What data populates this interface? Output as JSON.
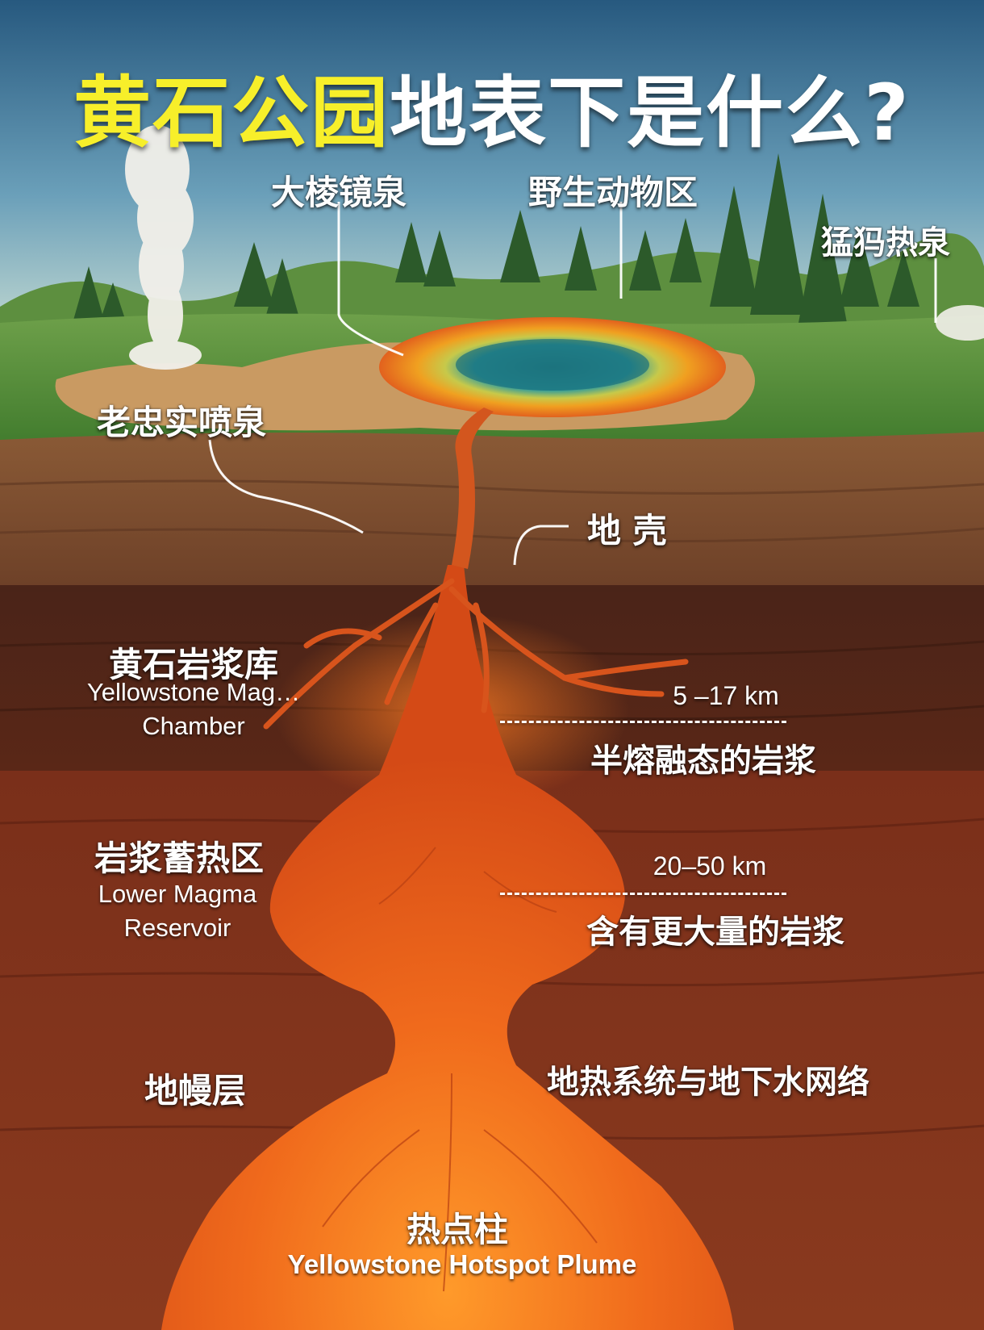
{
  "title": {
    "highlight": "黄石公园",
    "rest": "地表下是什么?",
    "highlight_color": "#f7ef2a"
  },
  "surface": {
    "grand_prismatic": "大棱镜泉",
    "wildlife_area": "野生动物区",
    "mammoth_hot_springs": "猛犸热泉",
    "old_faithful": "老忠实喷泉"
  },
  "crust": {
    "label": "地 壳"
  },
  "magma_chamber": {
    "zh": "黄石岩浆库",
    "en_line1": "Yellowstone Mag…",
    "en_line2": "Chamber",
    "depth": "5 –17 km",
    "description": "半熔融态的岩浆"
  },
  "lower_reservoir": {
    "zh": "岩浆蓄热区",
    "en_line1": "Lower Magma",
    "en_line2": "Reservoir",
    "depth": "20–50 km",
    "description": "含有更大量的岩浆"
  },
  "mantle": {
    "label": "地幔层",
    "geothermal": "地热系统与地下水网络"
  },
  "plume": {
    "zh": "热点柱",
    "en": "Yellowstone Hotspot Plume"
  },
  "colors": {
    "sky_top": "#2b5f86",
    "grass": "#4f8a35",
    "crust": "#7a4a2c",
    "magma": "#e8561a",
    "mantle": "#7b2d19"
  }
}
